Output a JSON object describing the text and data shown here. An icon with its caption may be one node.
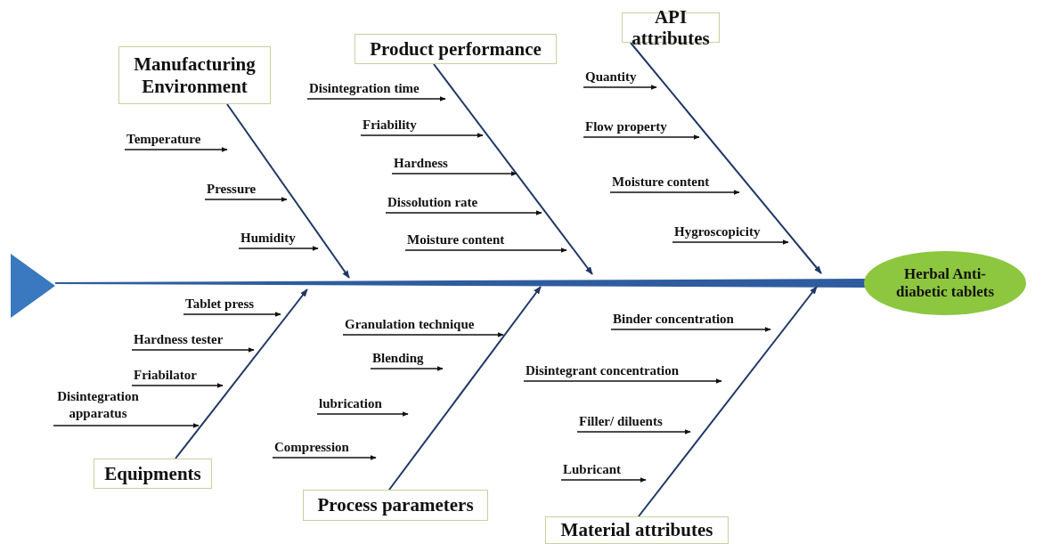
{
  "diagram": {
    "nodes": [
      {
        "text": [
          "Manufacturing Environment"
        ]
      },
      {
        "text": [
          "Product performance"
        ]
      },
      {
        "text": [
          "API attributes"
        ]
      },
      {
        "text": [],
        "shape": "triangle"
      },
      {
        "text": [
          "Herbal Anti-diabetic tablets"
        ]
      },
      {
        "text": [
          "Equipments"
        ]
      },
      {
        "text": [
          "Process parameters"
        ]
      },
      {
        "text": [
          "Material attributes"
        ]
      },
      {
        "text": [
          "Temperature"
        ]
      },
      {
        "text": [
          "Pressure"
        ]
      },
      {
        "text": [
          "Humidity"
        ]
      },
      {
        "text": [
          "Disintegration time"
        ]
      },
      {
        "text": [
          "Friability"
        ]
      },
      {
        "text": [
          "Hardness"
        ]
      },
      {
        "text": [
          "Dissolution rate"
        ]
      },
      {
        "text": [
          "Moisture content"
        ]
      },
      {
        "text": [
          "Quantity"
        ]
      },
      {
        "text": [
          "Flow property"
        ]
      },
      {
        "text": [
          "Moisture content"
        ]
      },
      {
        "text": [
          "Hygroscopicity"
        ]
      },
      {
        "text": [
          "Tablet press"
        ]
      },
      {
        "text": [
          "Hardness tester"
        ]
      },
      {
        "text": [
          "Friabilator"
        ]
      },
      {
        "text": [
          "Disintegration apparatus"
        ]
      },
      {
        "text": [
          "Granulation technique"
        ]
      },
      {
        "text": [
          "Blending"
        ]
      },
      {
        "text": [
          "lubrication"
        ]
      },
      {
        "text": [
          "Compression"
        ]
      },
      {
        "text": [
          "Binder concentration"
        ]
      },
      {
        "text": [
          "Disintegrant concentration"
        ]
      },
      {
        "text": [
          "Filler/ diluents"
        ]
      },
      {
        "text": [
          "Lubricant"
        ]
      }
    ],
    "edges": [
      {
        "from": 3,
        "to": 4,
        "arrow": "none",
        "style": "thick",
        "color": "#2e5c9e"
      },
      {
        "from": 0,
        "to": null,
        "arrow": "to"
      },
      {
        "from": 1,
        "to": null,
        "arrow": "to"
      },
      {
        "from": 2,
        "to": null,
        "arrow": "to"
      },
      {
        "from": 5,
        "to": null,
        "arrow": "to"
      },
      {
        "from": 6,
        "to": null,
        "arrow": "to"
      },
      {
        "from": 7,
        "to": null,
        "arrow": "to"
      },
      {
        "from": 8,
        "to": null,
        "arrow": "to"
      },
      {
        "from": 9,
        "to": null,
        "arrow": "to"
      },
      {
        "from": 10,
        "to": null,
        "arrow": "to"
      },
      {
        "from": 11,
        "to": null,
        "arrow": "to"
      },
      {
        "from": 12,
        "to": null,
        "arrow": "to"
      },
      {
        "from": 13,
        "to": null,
        "arrow": "to"
      },
      {
        "from": 14,
        "to": null,
        "arrow": "to"
      },
      {
        "from": 15,
        "to": null,
        "arrow": "to"
      },
      {
        "from": 16,
        "to": null,
        "arrow": "to"
      },
      {
        "from": 17,
        "to": null,
        "arrow": "to"
      },
      {
        "from": 18,
        "to": null,
        "arrow": "to"
      },
      {
        "from": 19,
        "to": null,
        "arrow": "to"
      },
      {
        "from": 20,
        "to": null,
        "arrow": "to"
      },
      {
        "from": 21,
        "to": null,
        "arrow": "to"
      },
      {
        "from": 22,
        "to": null,
        "arrow": "to"
      },
      {
        "from": 23,
        "to": null,
        "arrow": "to"
      },
      {
        "from": 24,
        "to": null,
        "arrow": "to"
      },
      {
        "from": 25,
        "to": null,
        "arrow": "to"
      },
      {
        "from": 26,
        "to": null,
        "arrow": "to"
      },
      {
        "from": 27,
        "to": null,
        "arrow": "to"
      },
      {
        "from": 28,
        "to": null,
        "arrow": "to"
      },
      {
        "from": 29,
        "to": null,
        "arrow": "to"
      },
      {
        "from": 30,
        "to": null,
        "arrow": "to"
      },
      {
        "from": 31,
        "to": null,
        "arrow": "to"
      }
    ]
  }
}
